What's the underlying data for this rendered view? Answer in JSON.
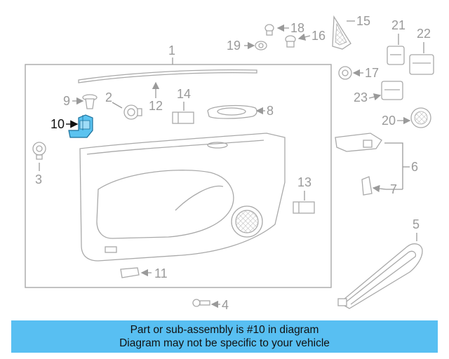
{
  "diagram": {
    "callouts": {
      "c1": "1",
      "c2": "2",
      "c3": "3",
      "c4": "4",
      "c5": "5",
      "c6": "6",
      "c7": "7",
      "c8": "8",
      "c9": "9",
      "c10": "10",
      "c11": "11",
      "c12": "12",
      "c13": "13",
      "c14": "14",
      "c15": "15",
      "c16": "16",
      "c17": "17",
      "c18": "18",
      "c19": "19",
      "c20": "20",
      "c21": "21",
      "c22": "22",
      "c23": "23"
    },
    "highlighted_part": "10",
    "colors": {
      "highlight": "#5bc3f0",
      "line_art": "#a9a9a9",
      "caption_bg": "#58bff2"
    }
  },
  "caption": {
    "line1": "Part or sub-assembly is #10 in diagram",
    "line2": "Diagram may not be specific to your vehicle"
  }
}
